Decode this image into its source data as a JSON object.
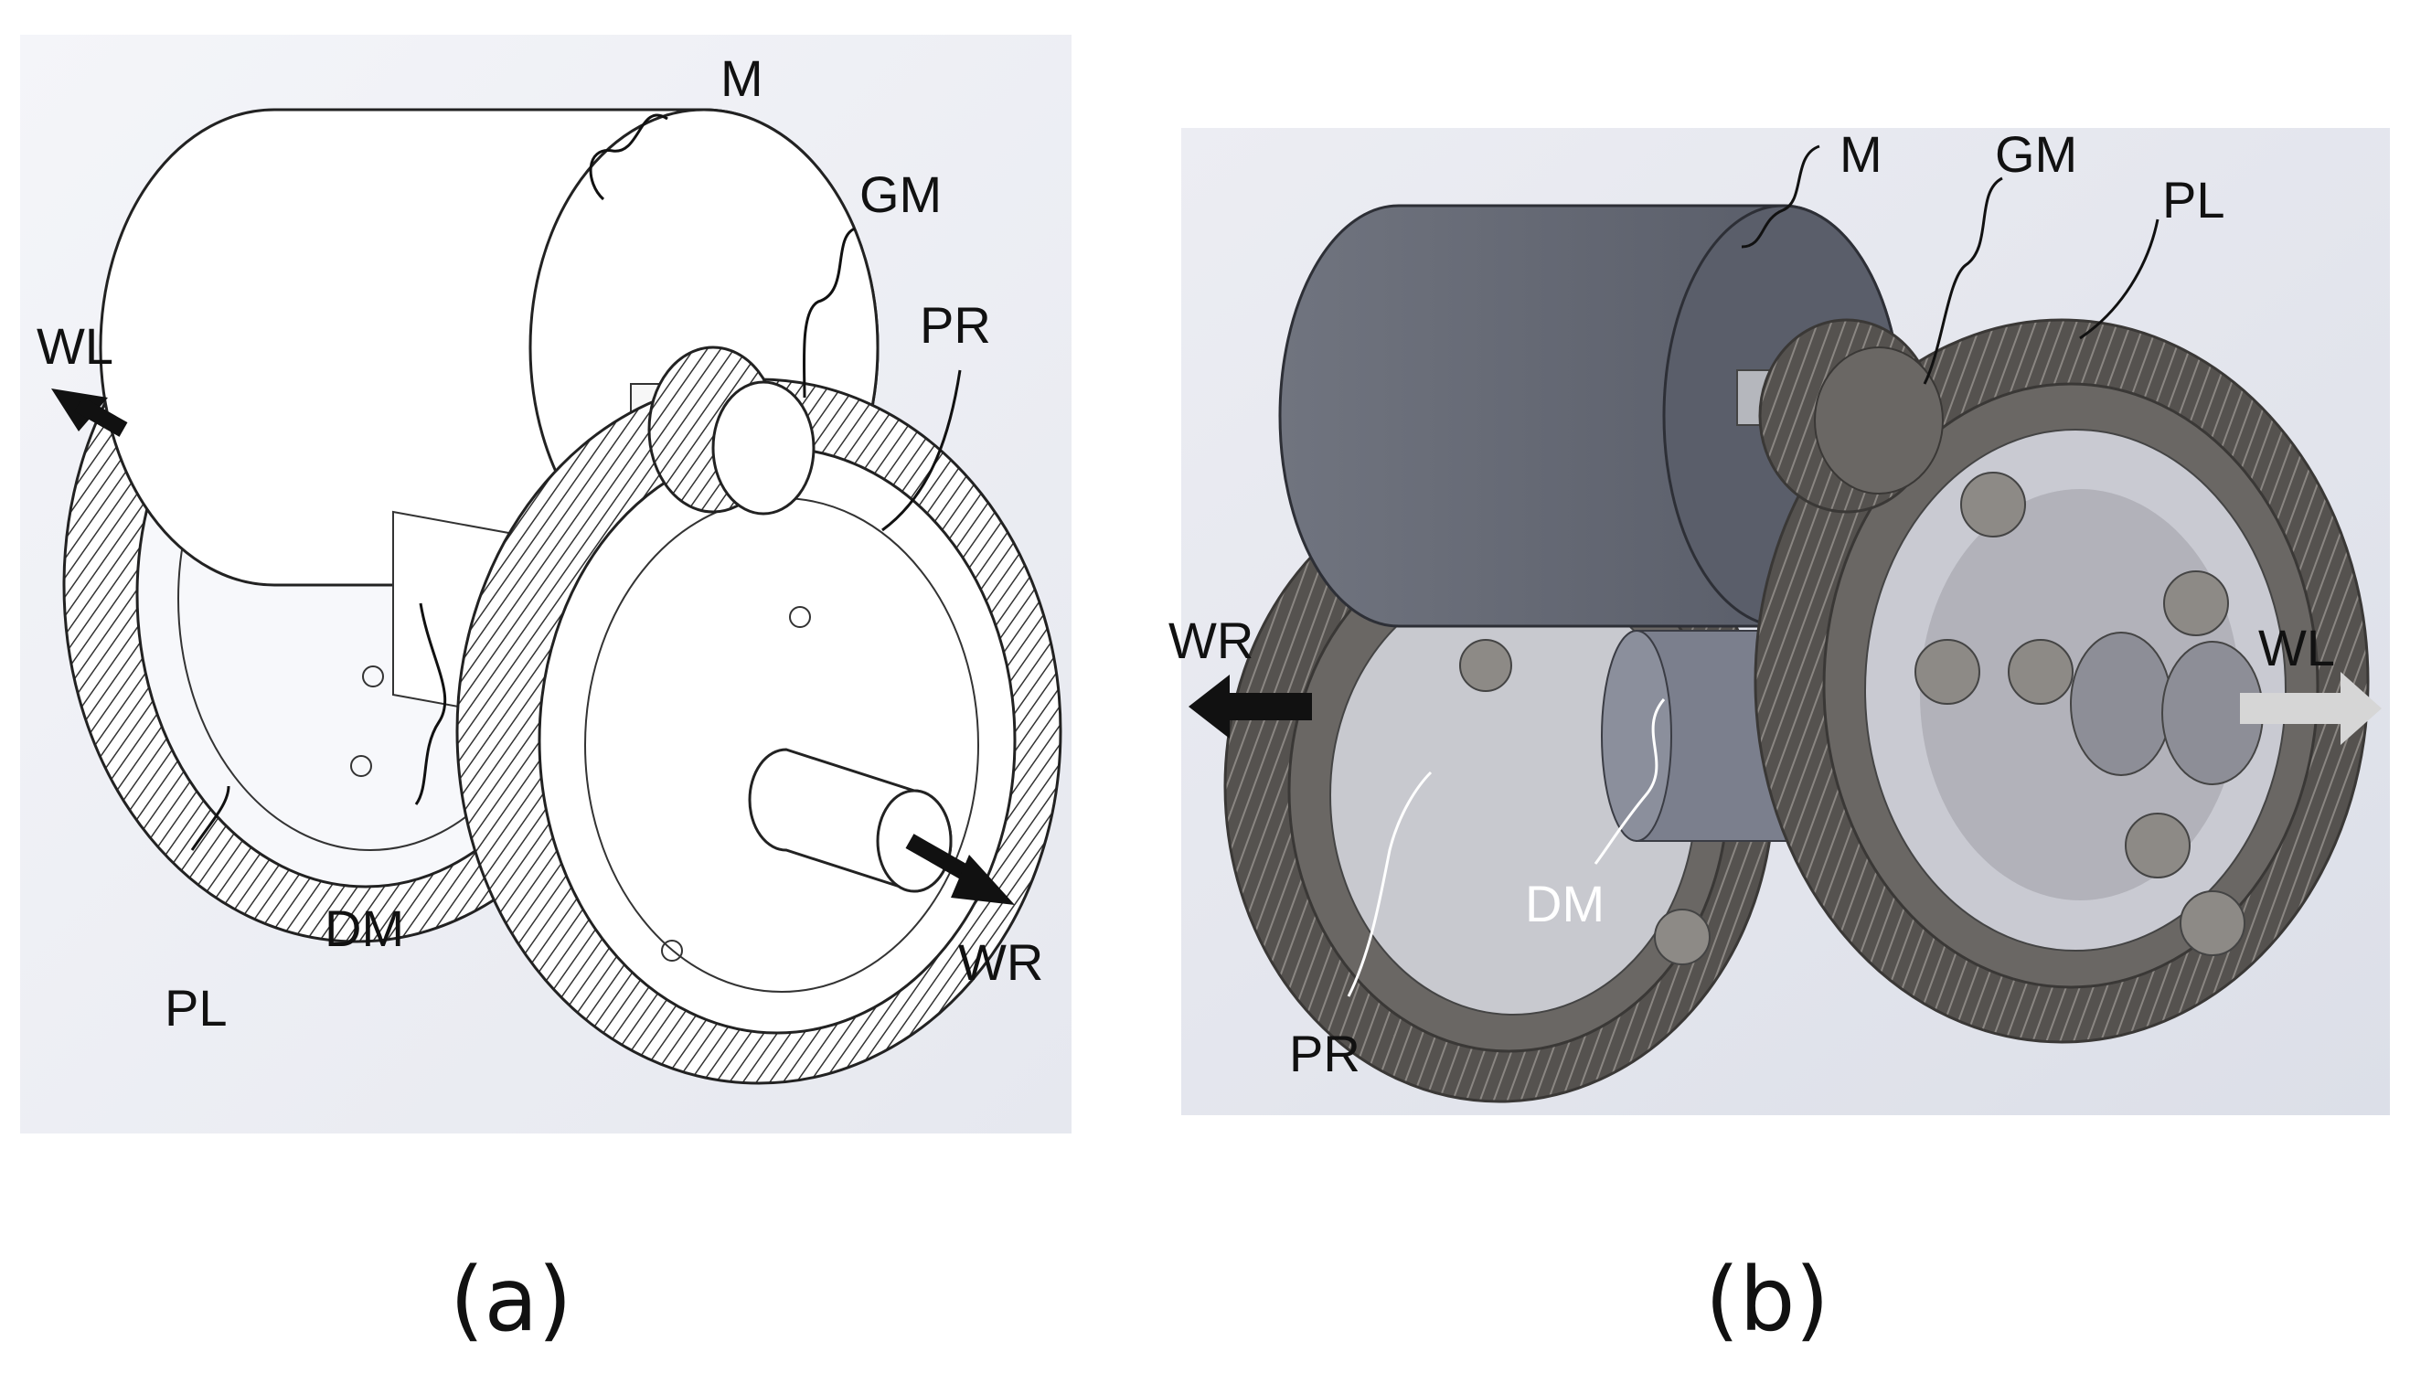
{
  "panel_a": {
    "caption": "(a)",
    "labels": {
      "motor": "M",
      "gear_motor": "GM",
      "planetary_right": "PR",
      "wheel_left": "WL",
      "differential_motor": "DM",
      "wheel_right": "WR",
      "planetary_left": "PL"
    }
  },
  "panel_b": {
    "caption": "(b)",
    "labels": {
      "motor": "M",
      "gear_motor": "GM",
      "planetary_left": "PL",
      "wheel_right": "WR",
      "wheel_left": "WL",
      "differential_motor": "DM",
      "planetary_right": "PR"
    }
  },
  "colors": {
    "panel_a_background": "#eef0f5",
    "panel_b_background": "#e4e6ee",
    "motor_body_b": "#5e6270",
    "gear_b": "#5a5755",
    "arrow_dark": "#111111",
    "arrow_light": "#d6d6d6"
  }
}
